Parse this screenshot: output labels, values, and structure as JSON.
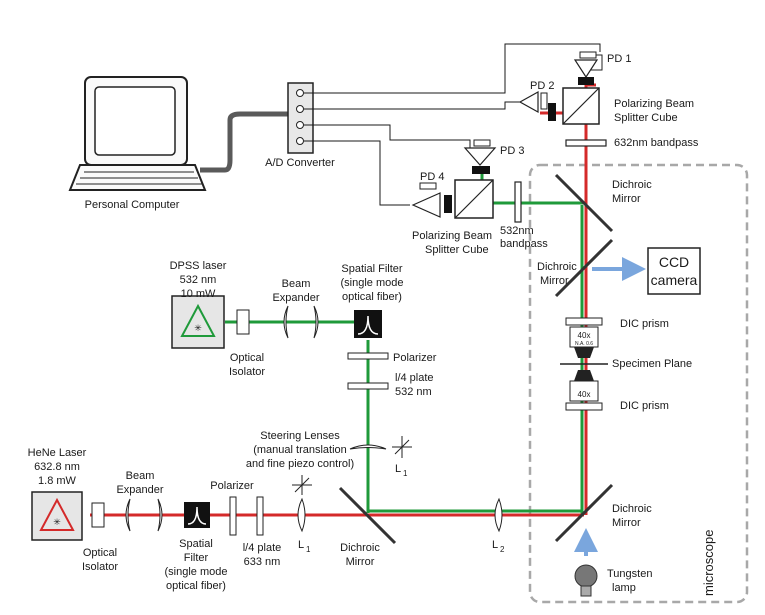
{
  "colors": {
    "red_beam": "#d42a2a",
    "green_beam": "#1f9a3a",
    "wire": "#1a1a1a",
    "cable": "#5a5a5a",
    "microscope_border": "#a8a8a8",
    "arrow": "#7aa6dd",
    "laser_box": "#e6e6e6"
  },
  "labels": {
    "personal_computer": "Personal Computer",
    "ad_converter": "A/D Converter",
    "pd1": "PD 1",
    "pd2": "PD 2",
    "pd3": "PD 3",
    "pd4": "PD 4",
    "pbs_top_line1": "Polarizing Beam",
    "pbs_top_line2": "Splitter Cube",
    "bandpass_632": "632nm bandpass",
    "dichroic_top_line1": "Dichroic",
    "dichroic_top_line2": "Mirror",
    "pbs_mid_line1": "Polarizing Beam",
    "pbs_mid_line2": "Splitter Cube",
    "bandpass_532_line1": "532nm",
    "bandpass_532_line2": "bandpass",
    "dichroic_mid_line1": "Dichroic",
    "dichroic_mid_line2": "Mirror",
    "ccd_line1": "CCD",
    "ccd_line2": "camera",
    "dpss_line1": "DPSS laser",
    "dpss_line2": "532 nm",
    "dpss_line3": "10 mW",
    "beam_expander_top_line1": "Beam",
    "beam_expander_top_line2": "Expander",
    "spatial_filter_top_line1": "Spatial Filter",
    "spatial_filter_top_line2": "(single mode",
    "spatial_filter_top_line3": "optical fiber)",
    "optical_isolator_top_line1": "Optical",
    "optical_isolator_top_line2": "Isolator",
    "polarizer_top": "Polarizer",
    "quarter_plate_top_line1": "l/4 plate",
    "quarter_plate_top_line2": "532 nm",
    "dic_prism_top": "DIC prism",
    "specimen_plane": "Specimen Plane",
    "dic_prism_bottom": "DIC prism",
    "objective_text": "40x",
    "objective_sub": "N.A. 0.6",
    "steering_line1": "Steering Lenses",
    "steering_line2": "(manual translation",
    "steering_line3": "and fine piezo control)",
    "l1_upper_main": "L",
    "l1_upper_sub": "1",
    "hene_line1": "HeNe Laser",
    "hene_line2": "632.8 nm",
    "hene_line3": "1.8 mW",
    "beam_expander_bottom_line1": "Beam",
    "beam_expander_bottom_line2": "Expander",
    "polarizer_bottom": "Polarizer",
    "optical_isolator_bottom_line1": "Optical",
    "optical_isolator_bottom_line2": "Isolator",
    "spatial_filter_bottom_line1": "Spatial",
    "spatial_filter_bottom_line2": "Filter",
    "spatial_filter_bottom_line3": "(single mode",
    "spatial_filter_bottom_line4": "optical fiber)",
    "quarter_plate_bottom_line1": "l/4 plate",
    "quarter_plate_bottom_line2": "633 nm",
    "l1_lower_main": "L",
    "l1_lower_sub": "1",
    "dichroic_bottom_left_line1": "Dichroic",
    "dichroic_bottom_left_line2": "Mirror",
    "l2_main": "L",
    "l2_sub": "2",
    "dichroic_bottom_right_line1": "Dichroic",
    "dichroic_bottom_right_line2": "Mirror",
    "tungsten_line1": "Tungsten",
    "tungsten_line2": "lamp",
    "microscope": "microscope"
  }
}
